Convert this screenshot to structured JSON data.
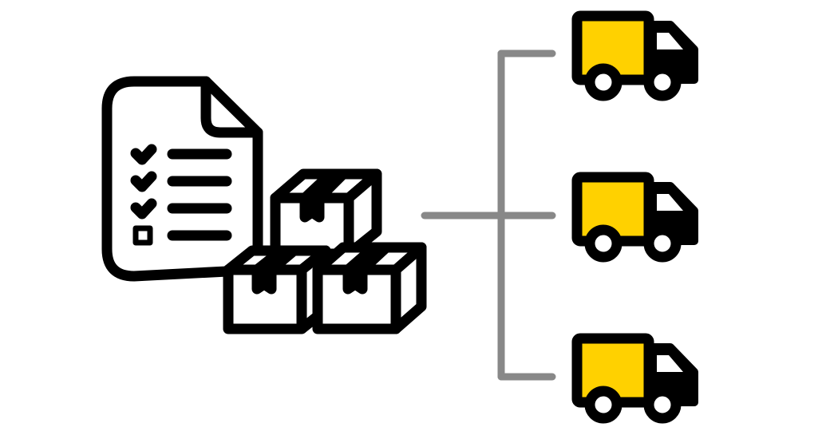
{
  "colors": {
    "background": "#ffffff",
    "stroke": "#000000",
    "connector": "#888888",
    "truck_cargo": "#ffd100"
  },
  "icons": {
    "document": "checklist-document-icon",
    "boxes": "stacked-boxes-icon",
    "truck": "delivery-truck-icon"
  },
  "checklist": {
    "items": [
      {
        "state": "checked"
      },
      {
        "state": "checked"
      },
      {
        "state": "checked"
      },
      {
        "state": "unchecked"
      }
    ]
  },
  "boxes": {
    "count": 3
  },
  "trucks": {
    "count": 3
  }
}
